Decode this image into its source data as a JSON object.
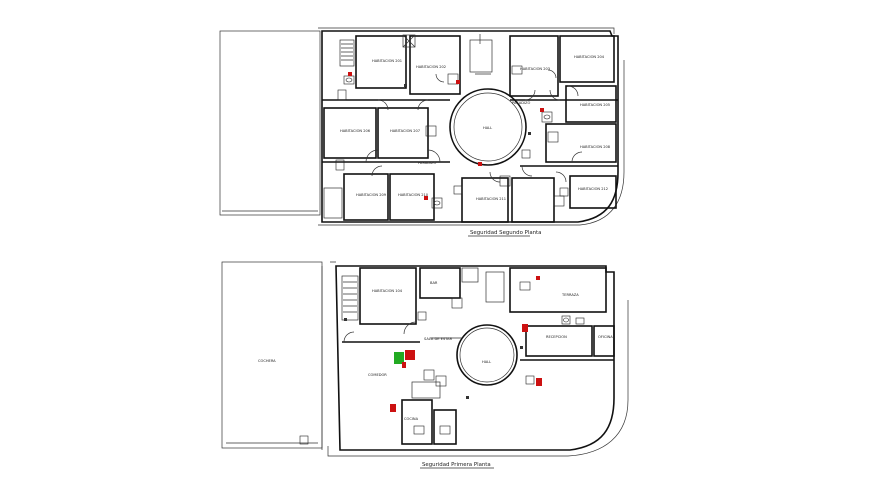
{
  "captions": {
    "upper": "Seguridad Segundo Planta",
    "lower": "Seguridad Primera Planta"
  },
  "upper_rooms": [
    "HABITACION 201",
    "HABITACION 202",
    "HABITACION 203",
    "HABITACION 204",
    "HABITACION 205",
    "HABITACION 206",
    "HABITACION 207",
    "HABITACION 208",
    "HABITACION 209",
    "HABITACION 210",
    "HABITACION 211",
    "HABITACION 212",
    "PASADIZO",
    "PASADIZO",
    "HALL"
  ],
  "lower_rooms": [
    "HABITACION 104",
    "BAR",
    "SALA DE ESTAR",
    "HALL",
    "TERRAZA",
    "RECEPCION",
    "OFICINA",
    "COMEDOR",
    "COCINA",
    "COCHERA"
  ],
  "colors": {
    "line": "#111111",
    "sign_red": "#cc1111",
    "sign_green": "#22aa22"
  }
}
